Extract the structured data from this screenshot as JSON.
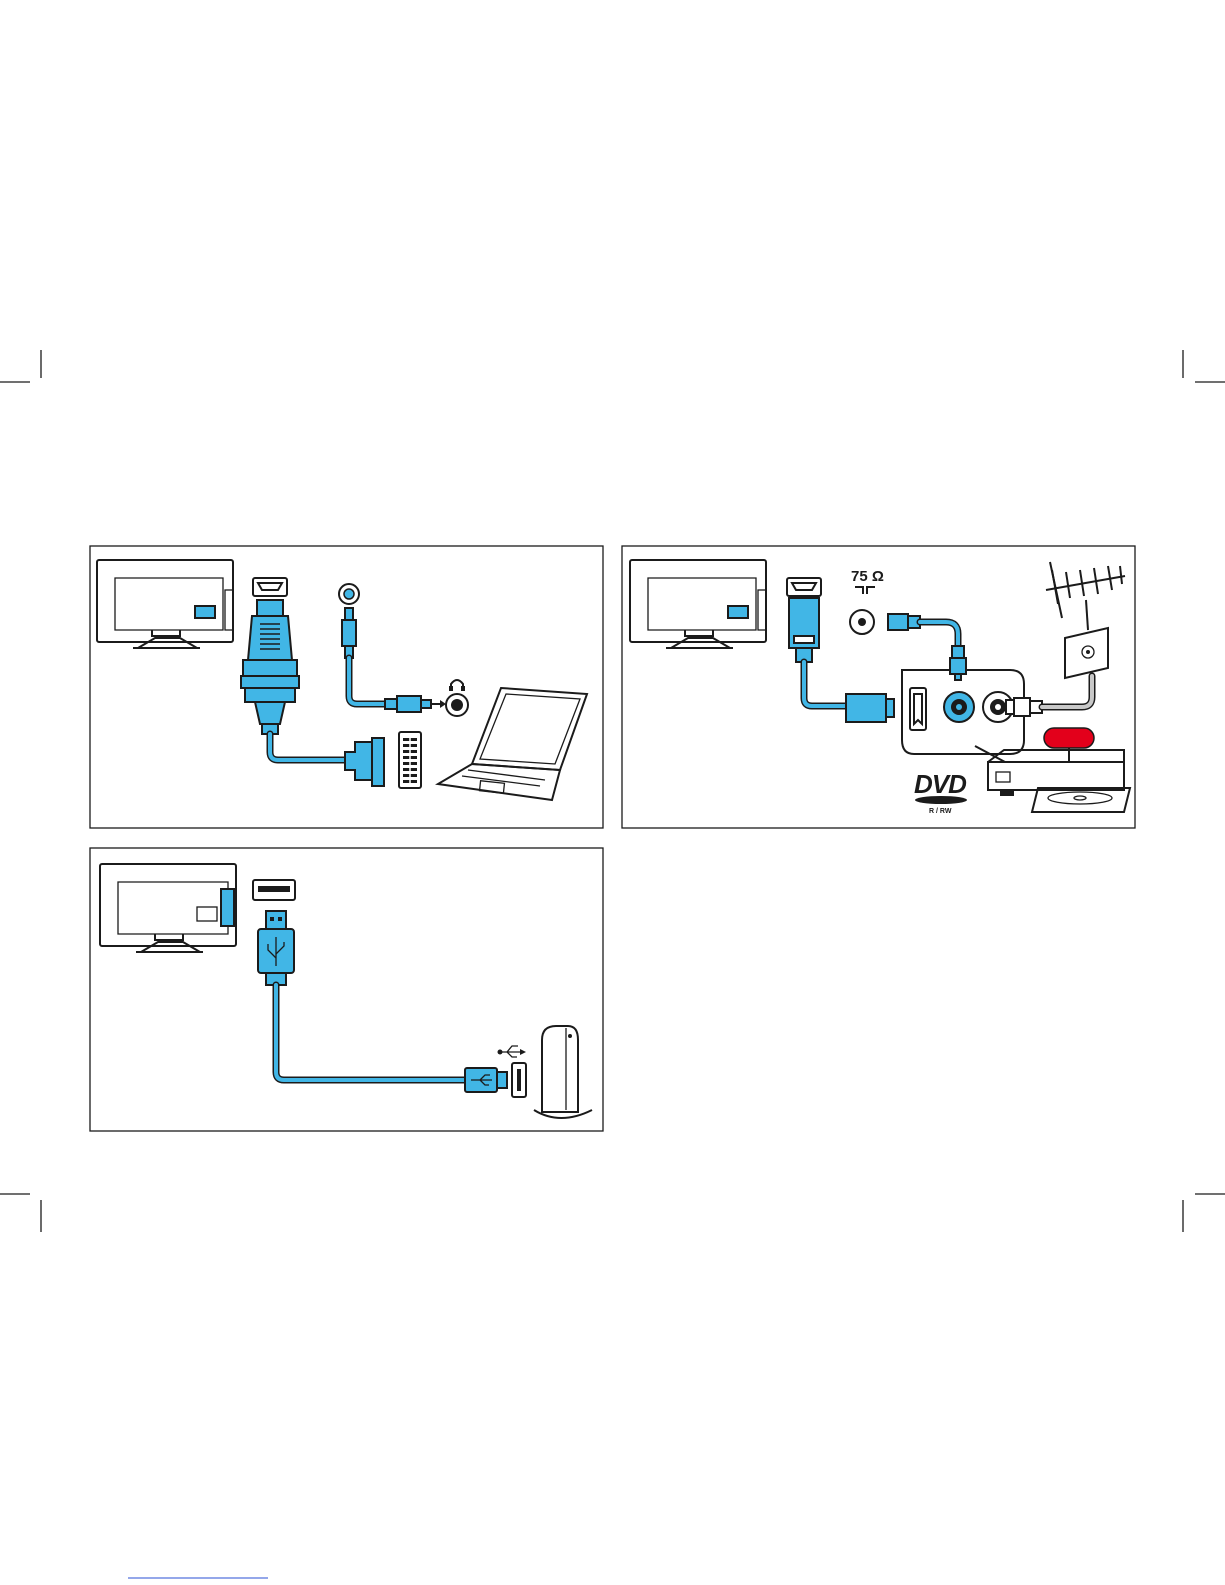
{
  "colors": {
    "accent": "#41b6e6",
    "highlight": "#e3001b",
    "line": "#1b1b1b"
  },
  "panels": {
    "vga_audio": {
      "icons": [
        "tv-icon",
        "hdmi-port-icon",
        "vga-connector-icon",
        "audio-jack-icon",
        "headphone-icon",
        "laptop-icon"
      ]
    },
    "antenna_dvd": {
      "impedance_label": "75 Ω",
      "dvd_logo_text": "DVD",
      "dvd_sub_label": "R / RW",
      "icons": [
        "tv-icon",
        "hdmi-connector-icon",
        "coax-icon",
        "antenna-icon",
        "wall-socket-icon",
        "dvd-recorder-icon"
      ]
    },
    "usb": {
      "icons": [
        "tv-icon",
        "usb-port-icon",
        "usb-plug-icon",
        "usb-symbol-icon",
        "hard-drive-icon"
      ]
    }
  }
}
